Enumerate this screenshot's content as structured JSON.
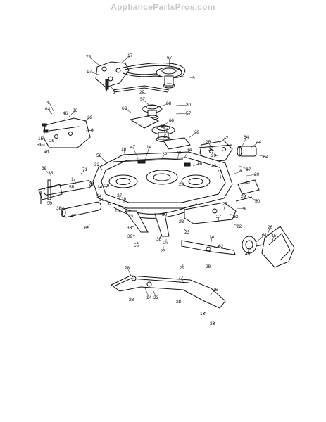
{
  "watermark": "AppliancePartsPros.com",
  "callouts": [
    "75",
    "17",
    "17",
    "67",
    "3",
    "3",
    "20",
    "57",
    "68",
    "20",
    "57",
    "60",
    "4",
    "63",
    "36",
    "46",
    "29",
    "6",
    "15",
    "51",
    "29",
    "40",
    "66",
    "73",
    "5",
    "29",
    "69",
    "72",
    "64",
    "44",
    "64",
    "25",
    "30",
    "29",
    "37",
    "47",
    "14",
    "58",
    "16",
    "29",
    "70",
    "34",
    "18",
    "23",
    "8",
    "29",
    "11",
    "39",
    "35",
    "71",
    "32",
    "24",
    "14",
    "29",
    "1",
    "55",
    "50",
    "59",
    "38",
    "43",
    "54",
    "30",
    "31",
    "27",
    "29",
    "65",
    "9",
    "22",
    "27",
    "26",
    "45",
    "61",
    "10",
    "23",
    "33",
    "39",
    "55",
    "29",
    "23",
    "23",
    "38",
    "27",
    "23",
    "14",
    "62",
    "49",
    "28",
    "22",
    "78",
    "77",
    "23",
    "14",
    "23",
    "22",
    "76",
    "13",
    "23",
    "74",
    "22",
    "29",
    "27",
    "29"
  ]
}
